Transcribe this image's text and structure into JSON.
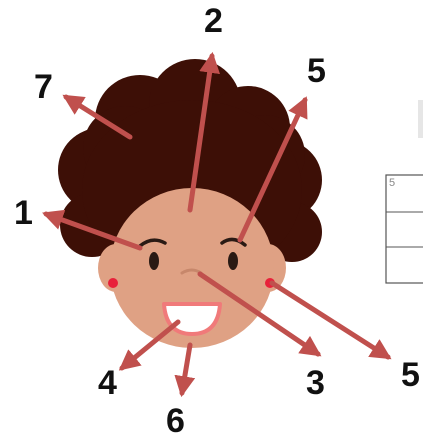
{
  "diagram": {
    "labels": {
      "hair_left": "7",
      "forehead_top": "2",
      "ear_left": "1",
      "eye_right_top": "5",
      "ear_right": "5",
      "mouth": "4",
      "chin": "6",
      "nose": "3"
    },
    "side_table": {
      "first_cell": "5"
    },
    "colors": {
      "hair": "#3d0f06",
      "skin": "#dfa184",
      "arrow": "#c0504d",
      "earring": "#e8213a",
      "mouth_outline": "#f07a7a",
      "brows_eyes": "#2a1a14"
    }
  }
}
